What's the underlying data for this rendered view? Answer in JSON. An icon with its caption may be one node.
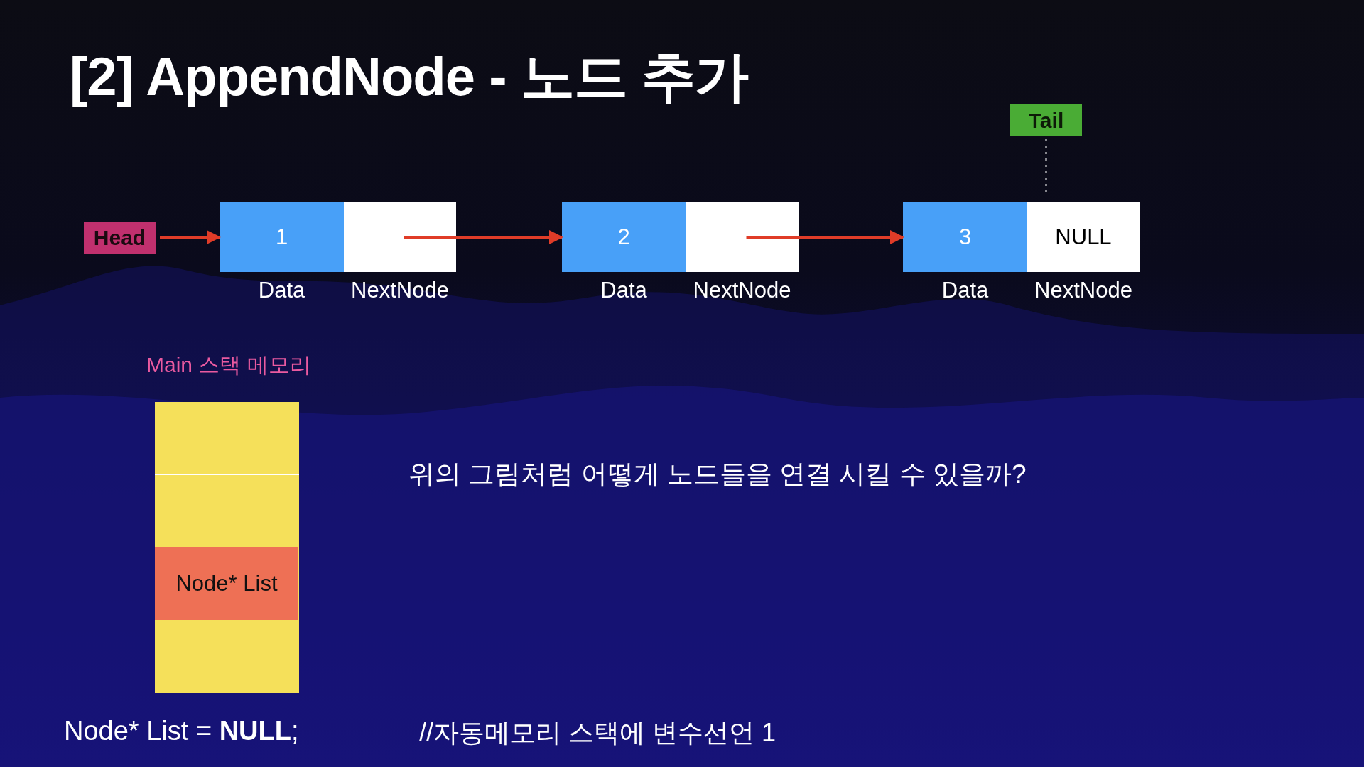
{
  "diagram": {
    "title": "[2] AppendNode - 노드 추가",
    "nodes": [
      {
        "text": [
          "Head"
        ]
      },
      {
        "text": [
          "1"
        ],
        "beside": [
          "Data"
        ]
      },
      {
        "text": [],
        "shape": "box",
        "beside": [
          "NextNode"
        ]
      },
      {
        "text": [
          "2"
        ],
        "beside": [
          "Data"
        ]
      },
      {
        "text": [],
        "shape": "box",
        "beside": [
          "NextNode"
        ]
      },
      {
        "text": [
          "3"
        ],
        "beside": [
          "Data"
        ]
      },
      {
        "text": [
          "NULL"
        ],
        "beside": [
          "NextNode"
        ]
      },
      {
        "text": [
          "Tail"
        ]
      },
      {
        "text": [
          "Main 스택 메모리"
        ]
      },
      {
        "text": [
          "Node* List"
        ],
        "in": 8
      }
    ],
    "edges": [
      {
        "from": 0,
        "to": 1,
        "arrow": "to"
      },
      {
        "from": 2,
        "to": 3,
        "arrow": "to"
      },
      {
        "from": 4,
        "to": 5,
        "arrow": "to"
      },
      {
        "from": 7,
        "to": 6,
        "arrow": "none",
        "style": "dashed",
        "color": "#ffffff"
      }
    ],
    "labels": [
      "위의 그림처럼 어떻게 노드들을 연결 시킬 수 있을까?",
      "Node* List = **NULL**;",
      "//자동메모리 스택에 변수선언 1"
    ]
  }
}
